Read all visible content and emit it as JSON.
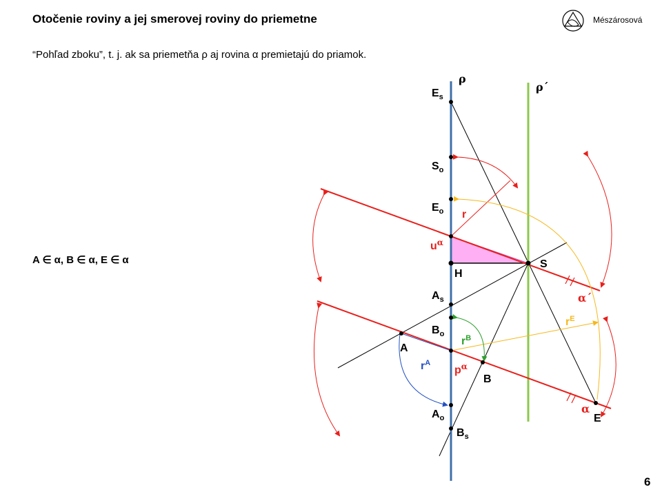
{
  "header": {
    "title": "Otočenie roviny a jej smerovej roviny do priemetne",
    "subtitle": "“Pohľad zboku”, t. j. ak sa priemetňa ρ aj rovina α premietajú do priamok.",
    "author": "Mészárosová",
    "page_number": "6"
  },
  "membership": "A ∈ α, B ∈ α, E ∈ α",
  "colors": {
    "rho_line": "#3f6fa8",
    "rho_prime_line": "#8cc84b",
    "alpha_lines": "#e8201c",
    "arcs_red": "#e8201c",
    "arc_yellow": "#f6b81c",
    "arc_green": "#2ea02e",
    "arc_blue": "#2350c2",
    "triangle_fill": "#ffb0f4",
    "construction": "#000000"
  },
  "labels": {
    "rho": "ρ",
    "rho_prime": "ρ´",
    "Es_main": "E",
    "Es_sub": "s",
    "So_main": "S",
    "So_sub": "o",
    "Eo_main": "E",
    "Eo_sub": "o",
    "r": "r",
    "u_main": "u",
    "u_sup": "α",
    "H": "H",
    "S": "S",
    "As_main": "A",
    "As_sub": "s",
    "alpha_prime": "α´",
    "rE_main": "r",
    "rE_sup": "E",
    "Bo_main": "B",
    "Bo_sub": "o",
    "rB_main": "r",
    "rB_sup": "B",
    "A": "A",
    "rA_main": "r",
    "rA_sup": "A",
    "p_main": "p",
    "p_sup": "α",
    "B": "B",
    "Ao_main": "A",
    "Ao_sub": "o",
    "alpha": "α",
    "E": "E",
    "Bs_main": "B",
    "Bs_sub": "s"
  }
}
